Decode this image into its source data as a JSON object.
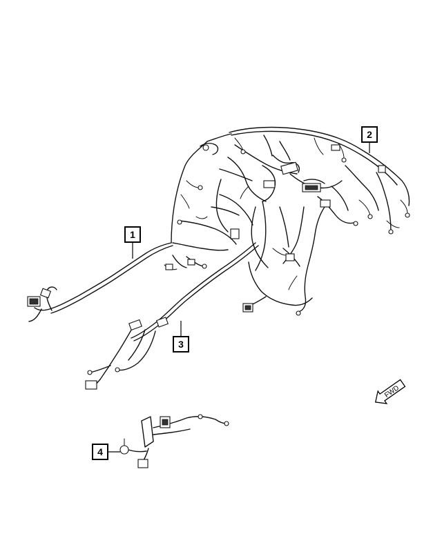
{
  "callouts": [
    {
      "number": "1"
    },
    {
      "number": "2"
    },
    {
      "number": "3"
    },
    {
      "number": "4"
    }
  ],
  "direction_indicator": {
    "label": "FWD",
    "icon": "fwd-arrow-icon"
  }
}
